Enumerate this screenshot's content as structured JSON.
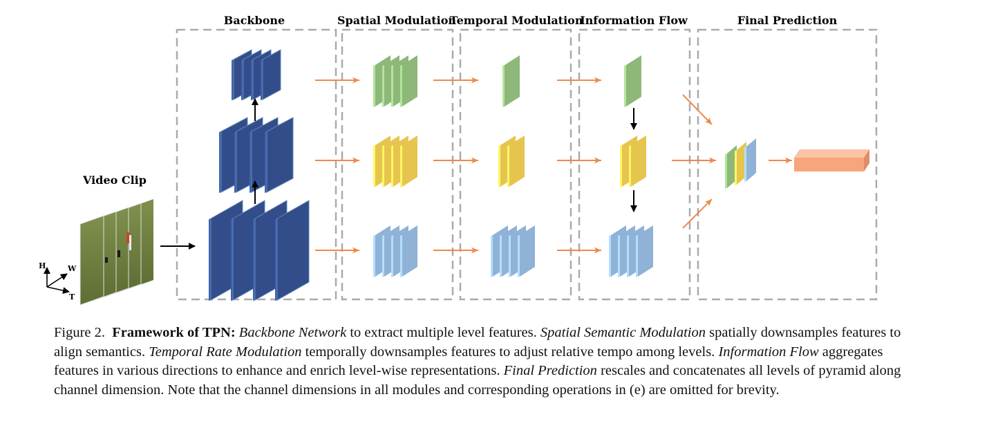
{
  "sections": {
    "backbone": "Backbone",
    "spatial": "Spatial Modulation",
    "temporal": "Temporal Modulation",
    "flow": "Information Flow",
    "final": "Final Prediction"
  },
  "input_label": "Video Clip",
  "axes": {
    "h": "H",
    "w": "W",
    "t": "T"
  },
  "colors": {
    "green": "#8db87a",
    "yellow": "#e6c54f",
    "blue": "#8fb2d6",
    "orange_arrow": "#ec8a4a",
    "feature_map": "#334d8a",
    "output_bar": "#f7a57c"
  },
  "caption": {
    "prefix": "Figure 2.",
    "title": "Framework of TPN:",
    "s1_em": "Backbone Network",
    "s1": " to extract multiple level features. ",
    "s2_em": "Spatial Semantic Modulation",
    "s2": " spatially downsamples features to align semantics. ",
    "s3_em": "Temporal Rate Modulation",
    "s3": " temporally downsamples features to adjust relative tempo among levels. ",
    "s4_em": "Information Flow",
    "s4": " aggregates features in various directions to enhance and enrich level-wise representations. ",
    "s5_em": "Final Prediction",
    "s5": " rescales and concatenates all levels of pyramid along channel dimension. Note that the channel dimensions in all modules and corresponding operations in (e) are omitted for brevity."
  }
}
